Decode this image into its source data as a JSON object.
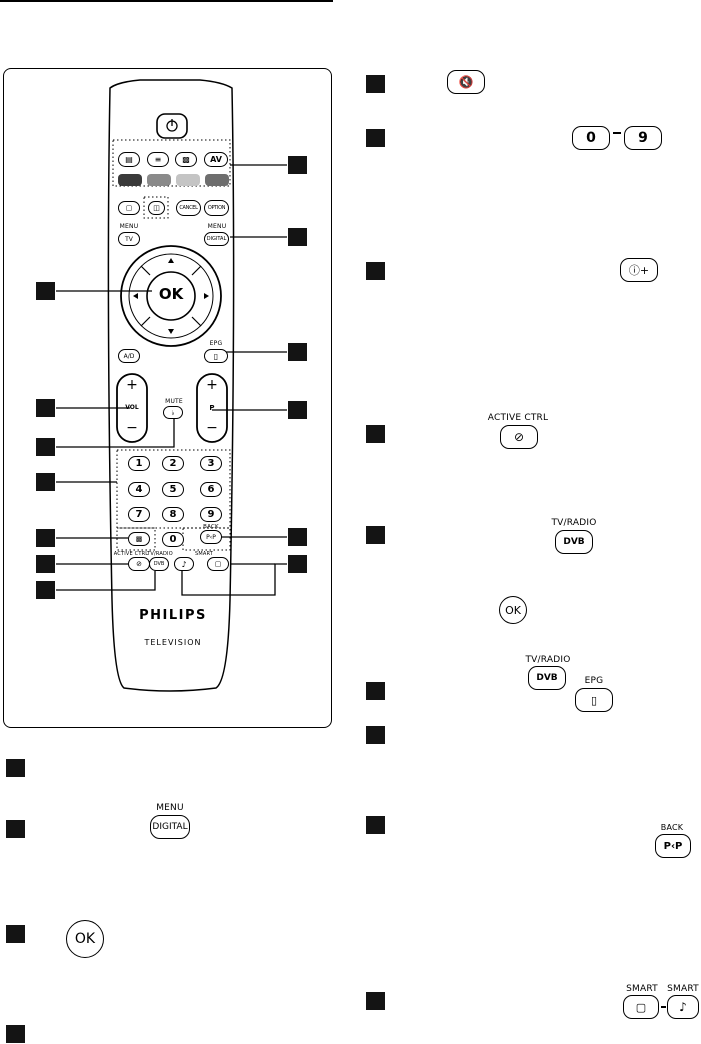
{
  "remote": {
    "brand": "PHILIPS",
    "sub_brand": "TELEVISION",
    "ok_label": "OK",
    "av_label": "AV",
    "cancel_label": "CANCEL",
    "option_label": "OPTION",
    "menu_label": "MENU",
    "tv_label": "TV",
    "digital_label": "DIGITAL",
    "epg_label": "EPG",
    "ad_label": "A/D",
    "vol_label": "VOL",
    "mute_label": "MUTE",
    "p_label": "P",
    "plus": "+",
    "minus": "−",
    "back_label": "BACK",
    "pp_label": "P‹P",
    "active_ctrl_label": "ACTIVE CTRL",
    "tv_radio_label": "TV/RADIO",
    "smart_label": "SMART",
    "dvb_label": "DVB",
    "numbers": [
      "1",
      "2",
      "3",
      "4",
      "5",
      "6",
      "7",
      "8",
      "9",
      "0"
    ],
    "colors": [
      "#3a3a3a",
      "#8a8a8a",
      "#c4c4c4",
      "#6e6e6e"
    ]
  },
  "right_column": {
    "digits": [
      "0",
      "9"
    ],
    "active_ctrl_label": "ACTIVE CTRL",
    "tv_radio_label": "TV/RADIO",
    "dvb_label": "DVB",
    "ok_label": "OK",
    "epg_label": "EPG",
    "back_label": "BACK",
    "pp_label": "P‹P",
    "smart_label": "SMART"
  },
  "left_column": {
    "menu_label": "MENU",
    "digital_label": "DIGITAL",
    "ok_label": "OK"
  }
}
